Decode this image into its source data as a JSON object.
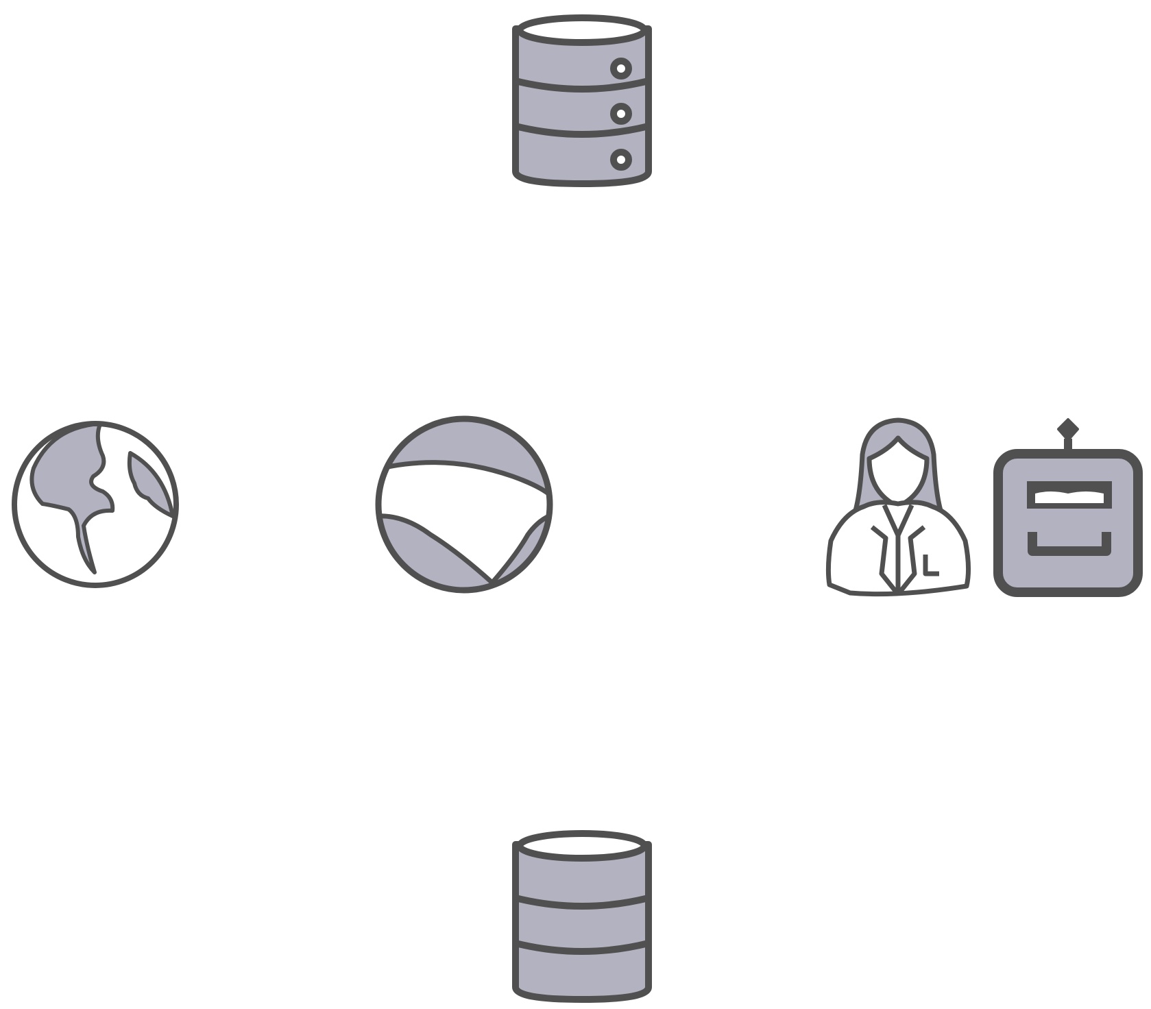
{
  "diagram": {
    "nodes": [
      {
        "id": "server-top",
        "icon": "database-server-icon"
      },
      {
        "id": "globe-left",
        "icon": "globe-icon"
      },
      {
        "id": "sphere-center",
        "icon": "striped-sphere-icon"
      },
      {
        "id": "person-right",
        "icon": "woman-professional-icon"
      },
      {
        "id": "robot-right",
        "icon": "robot-icon"
      },
      {
        "id": "database-bottom",
        "icon": "database-icon"
      }
    ],
    "colors": {
      "stroke": "#505050",
      "fill": "#b3b2c0",
      "background": "#ffffff"
    }
  }
}
